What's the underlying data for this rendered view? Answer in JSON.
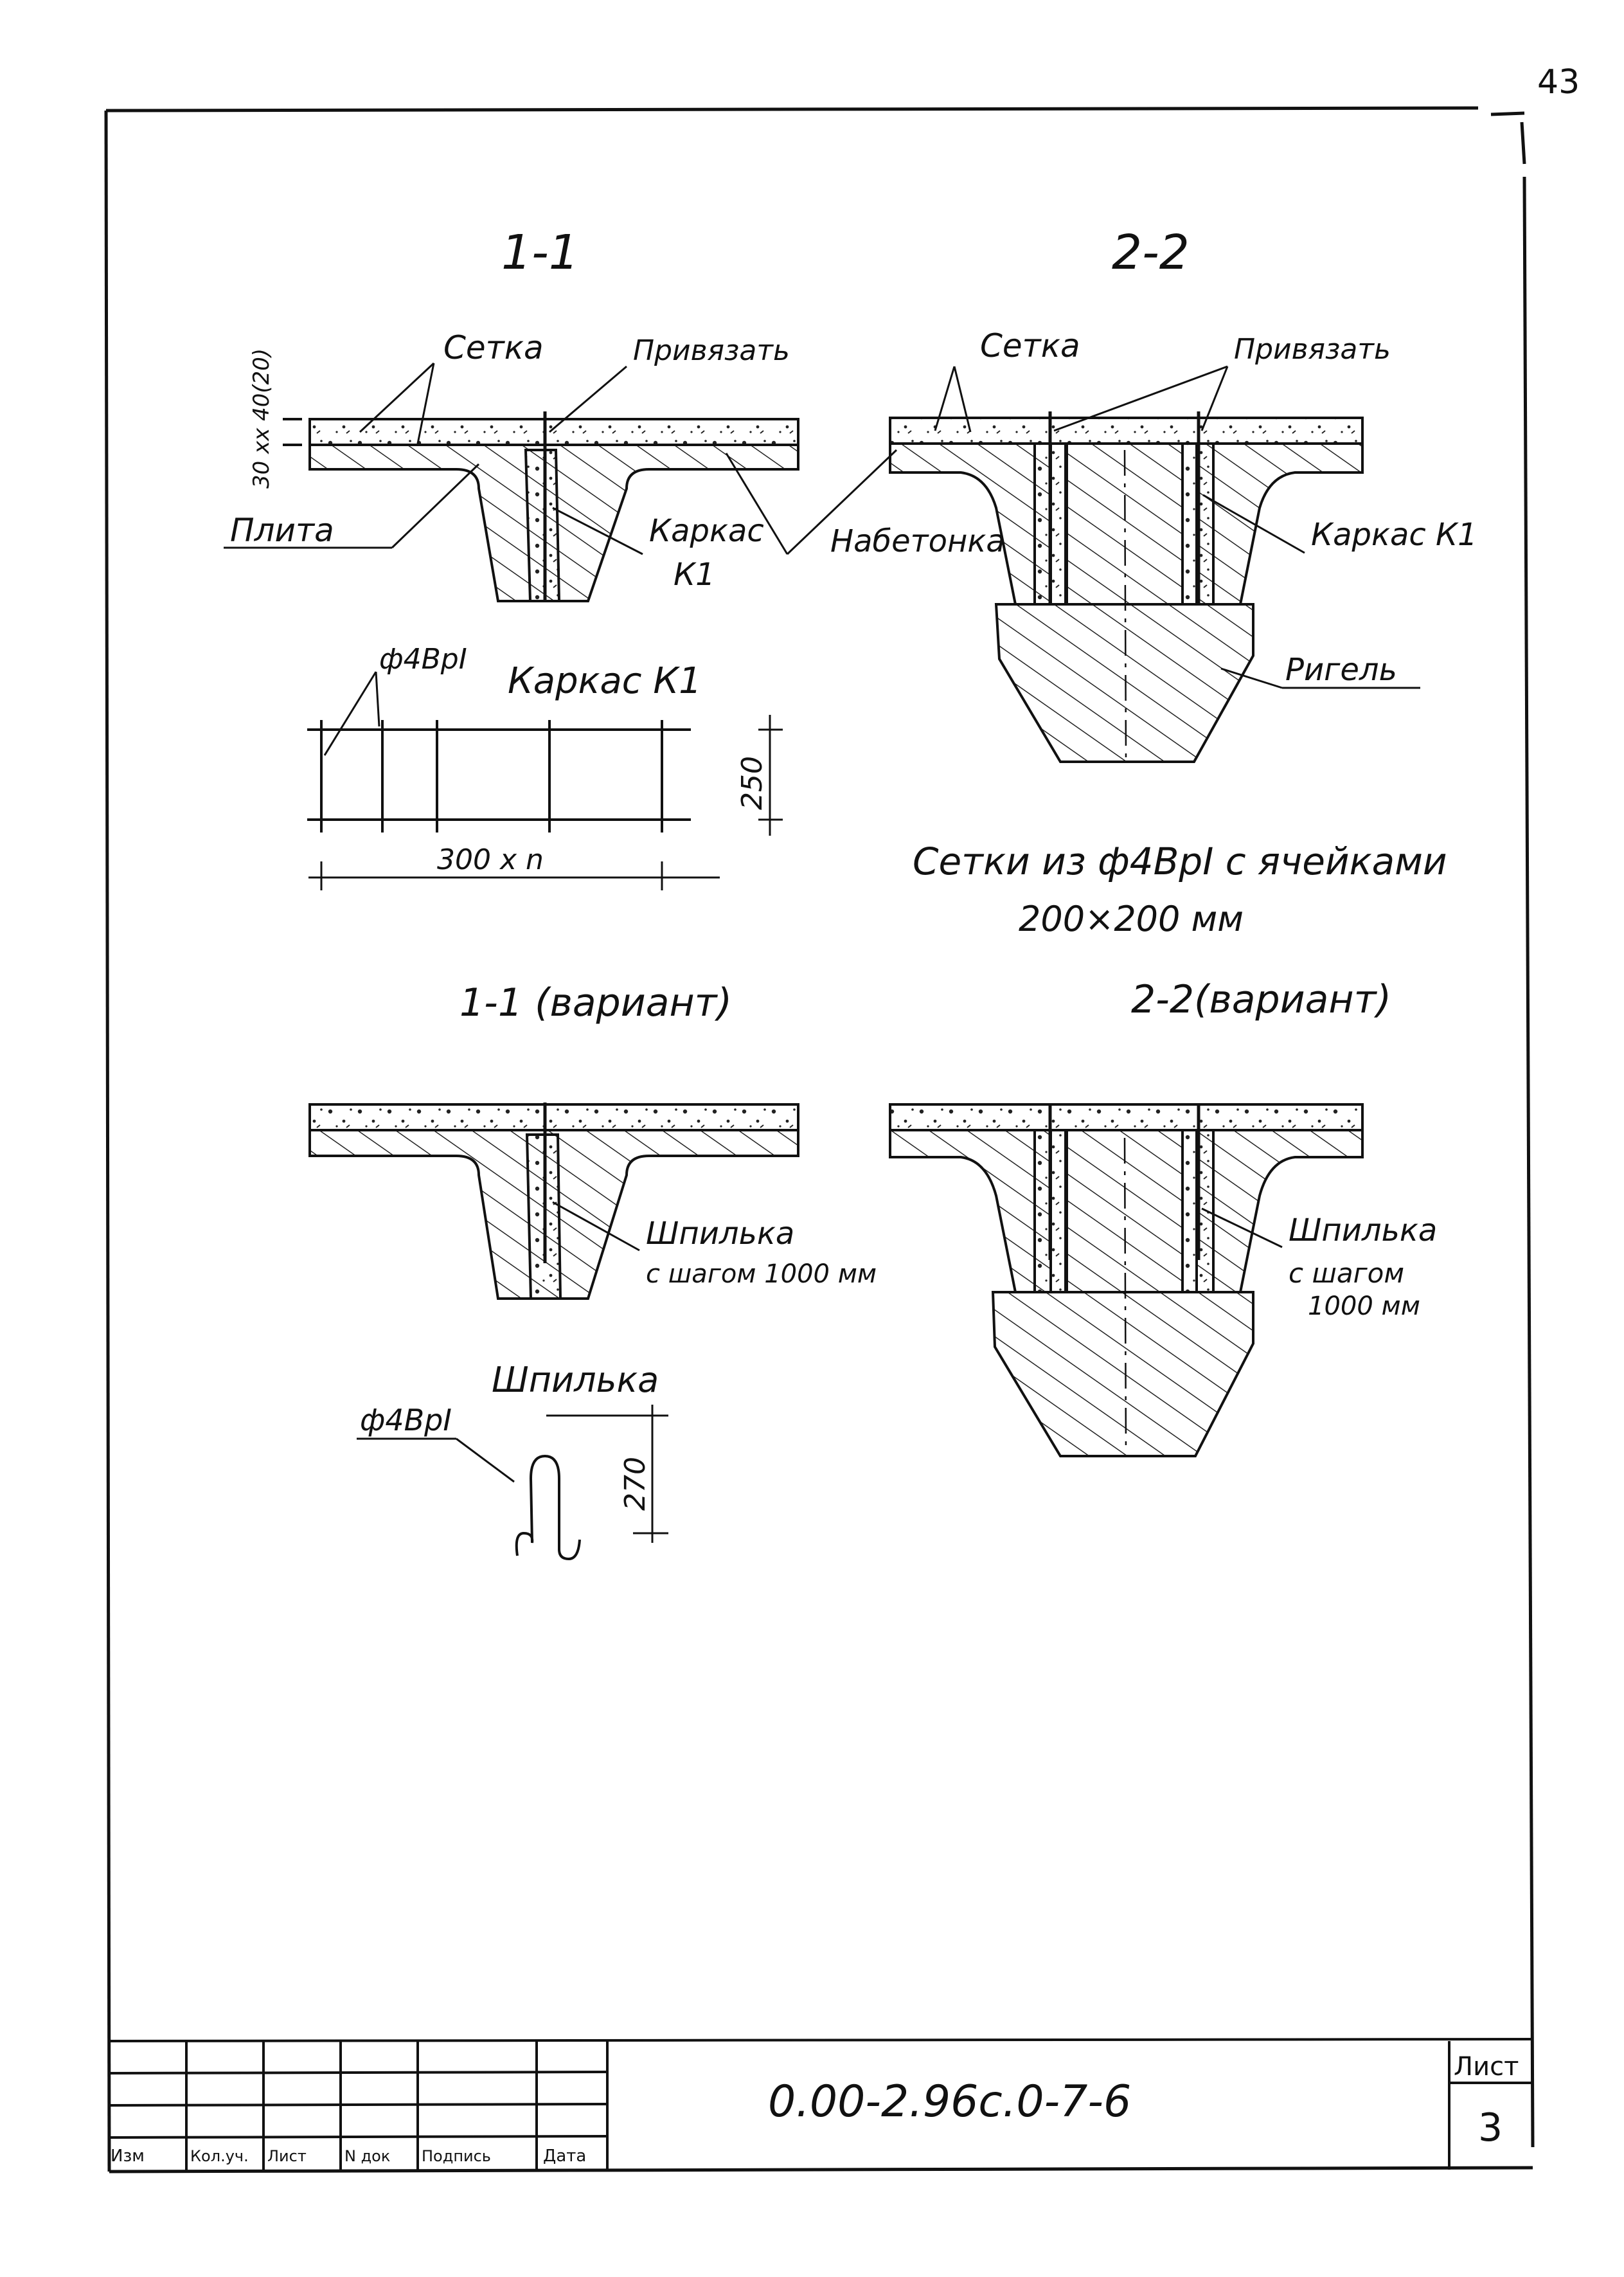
{
  "page_number": "43",
  "sections": {
    "s11": "1-1",
    "s22": "2-2",
    "s11v": "1-1 (вариант)",
    "s22v": "2-2(вариант)"
  },
  "labels": {
    "setka": "Сетка",
    "privyazat": "Привязать",
    "plita": "Плита",
    "karkas_k1_a": "Каркас",
    "karkas_k1_b": "К1",
    "nabetonka": "Набетонка",
    "karkas_k1": "Каркас К1",
    "rigel": "Ригель",
    "thickness_dim": "30 хх 40(20)",
    "bar_k1": "ф4ВрI",
    "title_k1": "Каркас К1",
    "dim_300n": "300 х n",
    "dim_250": "250",
    "mesh_note_1": "Сетки из ф4ВрI с ячейками",
    "mesh_note_2": "200×200 мм",
    "shpilka": "Шпилька",
    "step_1000": "с шагом 1000 мм",
    "step_line1": "с шагом",
    "step_line2": "1000 мм",
    "shpilka_title": "Шпилька",
    "bar_shpilka": "ф4ВрI",
    "dim_270": "270"
  },
  "title_block": {
    "code": "0.00-2.96с.0-7-6",
    "sheet_label": "Лист",
    "sheet_no": "3",
    "cols": [
      "Изм",
      "Кол.уч.",
      "Лист",
      "N док",
      "Подпись",
      "Дата"
    ]
  }
}
